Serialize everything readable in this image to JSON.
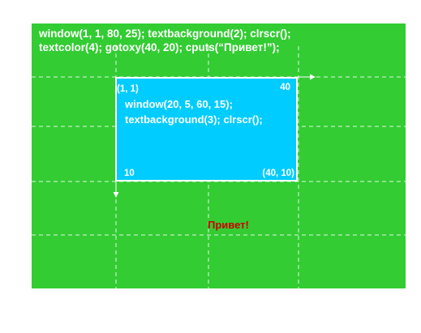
{
  "header": {
    "line1": "window(1, 1, 80, 25); textbackground(2); clrscr();",
    "line2": "textcolor(4); gotoxy(40, 20); cputs(“Привет!”);"
  },
  "window": {
    "code_line1": "window(20, 5, 60, 15);",
    "code_line2": "textbackground(3); clrscr();",
    "top_left_label": "(1, 1)",
    "top_right_label": "40",
    "bottom_left_label": "10",
    "bottom_right_label": "(40, 10)"
  },
  "output_text": "Привет!",
  "colors": {
    "screen_bg": "#33cc33",
    "window_bg": "#00ccff",
    "output_text": "#cc0000",
    "text": "#ffffff"
  }
}
